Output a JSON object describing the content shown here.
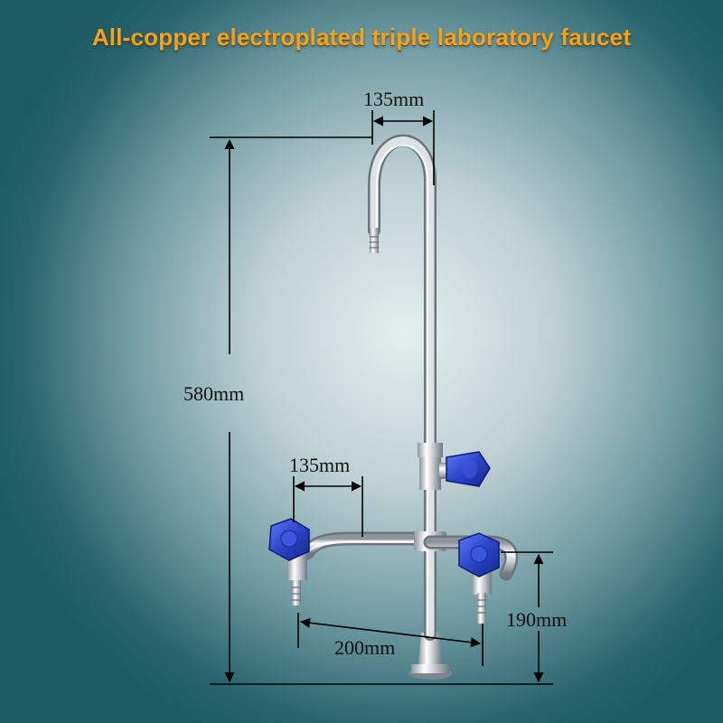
{
  "title": "All-copper electroplated triple laboratory faucet",
  "dimensions": {
    "spout_reach": "135mm",
    "total_height": "580mm",
    "side_arm_width": "135mm",
    "outlet_spacing": "200mm",
    "side_outlet_height": "190mm"
  },
  "colors": {
    "background_dark": "#1d5a64",
    "background_light": "#e4eeee",
    "title": "#f4a21a",
    "handle": "#2b45c9",
    "chrome": "#d9dde0"
  }
}
